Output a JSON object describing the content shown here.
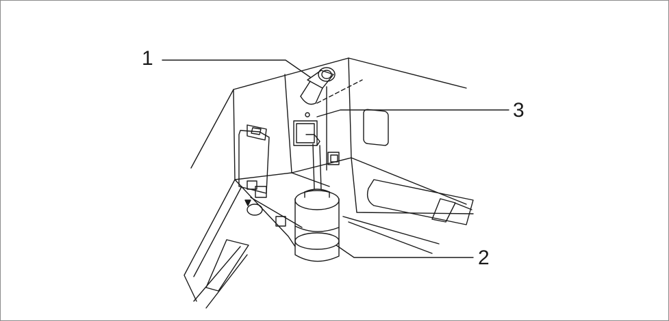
{
  "callouts": {
    "label_1": "1",
    "label_2": "2",
    "label_3": "3"
  },
  "colors": {
    "line": "#1a1a1a",
    "frame": "#8a8a8a",
    "background": "#ffffff"
  }
}
